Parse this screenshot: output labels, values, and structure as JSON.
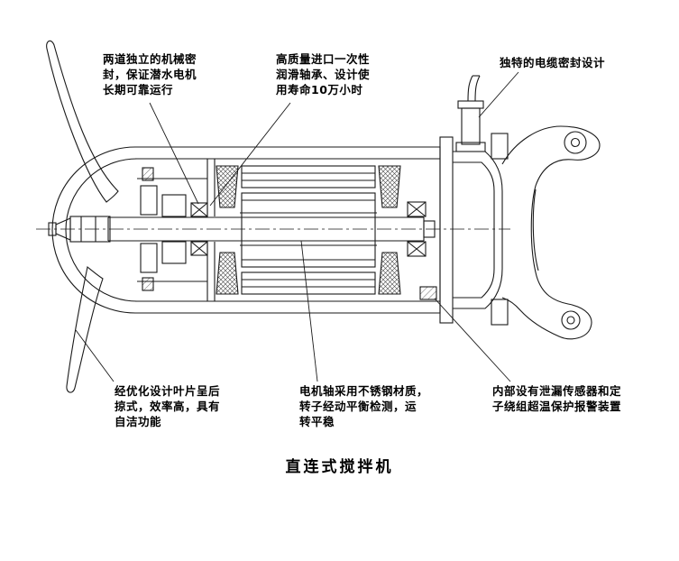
{
  "colors": {
    "ink": "#1a1a1a",
    "background": "#ffffff"
  },
  "caption": "直连式搅拌机",
  "annotations": [
    {
      "name": "mechanical-seal",
      "lines": [
        "两道独立的机械密",
        "封，保证潜水电机",
        "长期可靠运行"
      ]
    },
    {
      "name": "bearing",
      "lines": [
        "高质量进口一次性",
        "润滑轴承、设计使",
        "用寿命10万小时"
      ]
    },
    {
      "name": "cable-seal",
      "lines": [
        "独特的电缆密封设计"
      ]
    },
    {
      "name": "blade",
      "lines": [
        "经优化设计叶片呈后",
        "掠式，效率高，具有",
        "自洁功能"
      ]
    },
    {
      "name": "motor-shaft",
      "lines": [
        "电机轴采用不锈钢材质，",
        "转子经动平衡检测，运",
        "转平稳"
      ]
    },
    {
      "name": "leak-sensor",
      "lines": [
        "内部设有泄漏传感器和定",
        "子绕组超温保护报警装置"
      ]
    }
  ]
}
